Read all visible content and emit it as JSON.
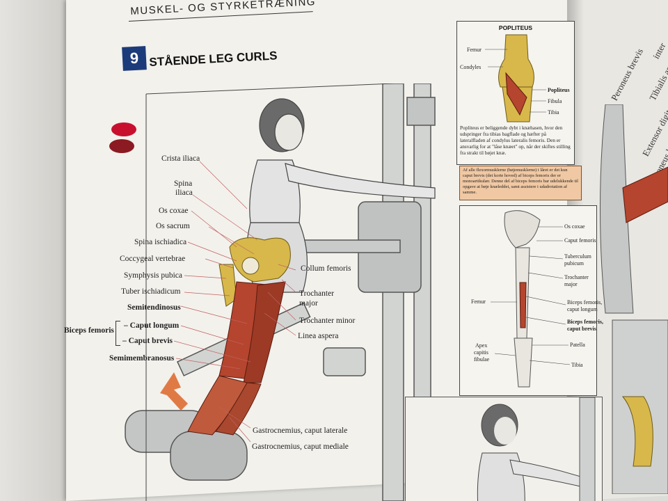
{
  "header": {
    "running_title": "MUSKEL- OG STYRKETRÆNING"
  },
  "exercise": {
    "number": "9",
    "title": "STÅENDE LEG CURLS"
  },
  "colors": {
    "badge": "#1c3b7a",
    "dot_upper": "#c8102e",
    "dot_lower": "#8b1a22",
    "arrow": "#e07a45",
    "note_bg": "#f0c8a3",
    "muscle": "#b5452e",
    "bone": "#d8b84a"
  },
  "main_labels": {
    "crista": "Crista iliaca",
    "spina_iliaca_1": "Spina",
    "spina_iliaca_2": "iliaca",
    "os_coxae": "Os coxae",
    "os_sacrum": "Os sacrum",
    "spina_ischiadica": "Spina ischiadica",
    "coccygeal": "Coccygeal vertebrae",
    "symphysis": "Symphysis pubica",
    "tuber": "Tuber ischiadicum",
    "semitendinosus": "Semitendinosus",
    "biceps_femoris": "Biceps femoris",
    "caput_longum": "– Caput longum",
    "caput_brevis": "– Caput brevis",
    "semimembranosus": "Semimembranosus",
    "collum": "Collum femoris",
    "trochanter_major_1": "Trochanter",
    "trochanter_major_2": "major",
    "trochanter_minor": "Trochanter minor",
    "linea": "Linea aspera",
    "gastro_lat": "Gastrocnemius, caput laterale",
    "gastro_med": "Gastrocnemius, caput mediale"
  },
  "inset_popliteus": {
    "title": "POPLITEUS",
    "femur": "Femur",
    "condyles": "Condyles",
    "popliteus": "Popliteus",
    "fibula": "Fibula",
    "tibia": "Tibia",
    "caption": "Popliteus er beliggende dybt i knæhasen, hvor den udspringer fra tibias bagflade og hæfter på lateralfladen af condylus lateralis femoris. Den er ansvarlig for at \"låse knæet\" op, når der skiftes stilling fra strakt til bøjet knæ."
  },
  "note": {
    "text": "Af alle flexormusklerne (bøjemusklerne) i låret er det kun caput brevis (det korte hoved) af biceps femoris der er monoartikulær. Denne del af biceps femoris bar udelukkende til opgave at bøje knæleddet, samt assistere i udadrotation af samme."
  },
  "inset_leg": {
    "os_coxae": "Os coxae",
    "caput_femoris": "Caput femoris",
    "tuberculum_1": "Tuberculum",
    "tuberculum_2": "pubicum",
    "trochanter_1": "Trochanter",
    "trochanter_2": "major",
    "femur": "Femur",
    "biceps_long_1": "Biceps femoris,",
    "biceps_long_2": "caput longum",
    "biceps_brev_1": "Biceps femoris,",
    "biceps_brev_2": "caput brevis",
    "patella": "Patella",
    "apex_1": "Apex",
    "apex_2": "capitis",
    "apex_3": "fibulae",
    "tibia": "Tibia"
  },
  "right_page_labels": [
    "inter",
    "Tibialis anterior",
    "Extensor digitorum longus",
    "Peroneus longus",
    "Peroneus brevis"
  ]
}
